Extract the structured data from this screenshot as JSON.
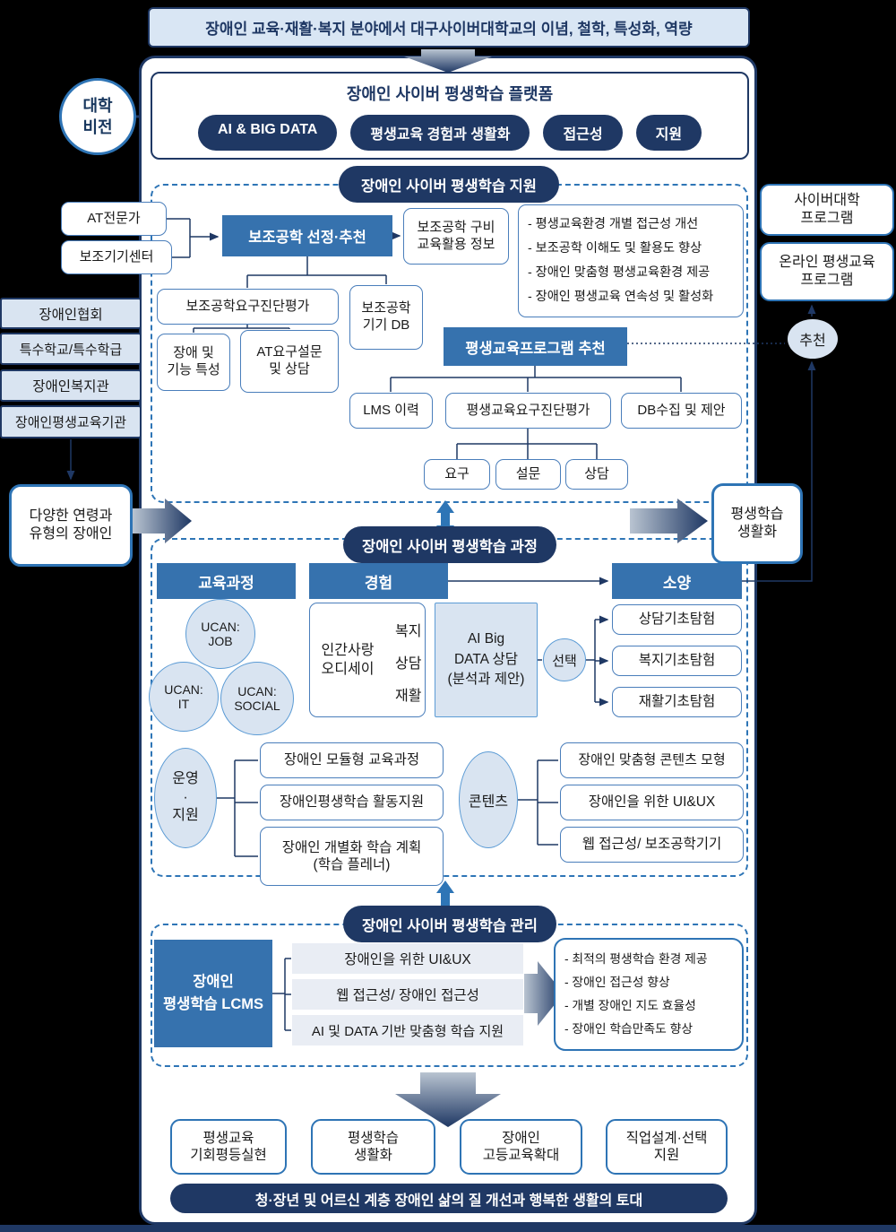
{
  "top": {
    "title": "장애인 교육·재활·복지 분야에서 대구사이버대학교의 이념, 철학, 특성화, 역량",
    "vision_label": "대학\n비전",
    "platform": {
      "title": "장애인 사이버 평생학습 플랫폼",
      "pills": [
        "AI & BIG DATA",
        "평생교육 경험과 생활화",
        "접근성",
        "지원"
      ]
    }
  },
  "left": {
    "at_expert": "AT전문가",
    "device_center": "보조기기센터",
    "orgs": [
      "장애인협회",
      "특수학교/특수학급",
      "장애인복지관",
      "장애인평생교육기관"
    ],
    "learners": "다양한 연령과\n유형의 장애인"
  },
  "right": {
    "cyber_program": "사이버대학\n프로그램",
    "online_program": "온라인 평생교육\n프로그램",
    "recommend": "추천",
    "lifelong": "평생학습\n생활화"
  },
  "support": {
    "title": "장애인 사이버 평생학습 지원",
    "at_select": "보조공학 선정·추천",
    "at_info": "보조공학 구비\n교육활용 정보",
    "effects": [
      "- 평생교육환경 개별 접근성 개선",
      "- 보조공학 이해도 및 활용도 향상",
      "- 장애인 맞춤형 평생교육환경 제공",
      "- 장애인 평생교육 연속성 및 활성화"
    ],
    "at_assess": "보조공학요구진단평가",
    "at_db": "보조공학\n기기 DB",
    "disability_traits": "장애 및\n기능 특성",
    "at_survey": "AT요구설문\n및 상담",
    "program_recommend": "평생교육프로그램 추천",
    "lms": "LMS 이력",
    "edu_assess": "평생교육요구진단평가",
    "db_collect": "DB수집 및 제안",
    "needs": "요구",
    "survey": "설문",
    "counsel": "상담"
  },
  "course": {
    "title": "장애인 사이버 평생학습 과정",
    "headers": [
      "교육과정",
      "경험",
      "소양"
    ],
    "ucan": [
      "UCAN:\nJOB",
      "UCAN:\nIT",
      "UCAN:\nSOCIAL"
    ],
    "odyssey": "인간사랑\n오디세이",
    "odyssey_items": [
      "복지",
      "상담",
      "재활"
    ],
    "ai_counsel": "AI Big\nDATA 상담\n(분석과 제안)",
    "select": "선택",
    "basics": [
      "상담기초탐험",
      "복지기초탐험",
      "재활기초탐험"
    ],
    "ops_label": "운영\n·\n지원",
    "ops_items": [
      "장애인 모듈형 교육과정",
      "장애인평생학습 활동지원",
      "장애인 개별화 학습 계획\n(학습 플레너)"
    ],
    "content_label": "콘텐츠",
    "content_items": [
      "장애인 맞춤형 콘텐츠 모형",
      "장애인을 위한 UI&UX",
      "웹 접근성/ 보조공학기기"
    ]
  },
  "manage": {
    "title": "장애인 사이버 평생학습 관리",
    "lcms": "장애인\n평생학습 LCMS",
    "items": [
      "장애인을 위한 UI&UX",
      "웹 접근성/ 장애인 접근성",
      "AI 및 DATA 기반 맞춤형 학습 지원"
    ],
    "effects": [
      "- 최적의 평생학습 환경 제공",
      "- 장애인 접근성 향상",
      "- 개별 장애인 지도 효율성",
      "- 장애인 학습만족도 향상"
    ]
  },
  "bottom": {
    "outcomes": [
      "평생교육\n기회평등실현",
      "평생학습\n생활화",
      "장애인\n고등교육확대",
      "직업설계·선택\n지원"
    ],
    "bar": "청·장년 및 어르신 계층 장애인 삶의 질 개선과 행복한 생활의 토대"
  },
  "colors": {
    "navy": "#1F3864",
    "blue": "#3672AE",
    "border_blue": "#2E74B5",
    "light_blue_fill": "#D9E4F1",
    "title_fill": "#D9E6F4",
    "gray_fill": "#E9EDF4"
  }
}
